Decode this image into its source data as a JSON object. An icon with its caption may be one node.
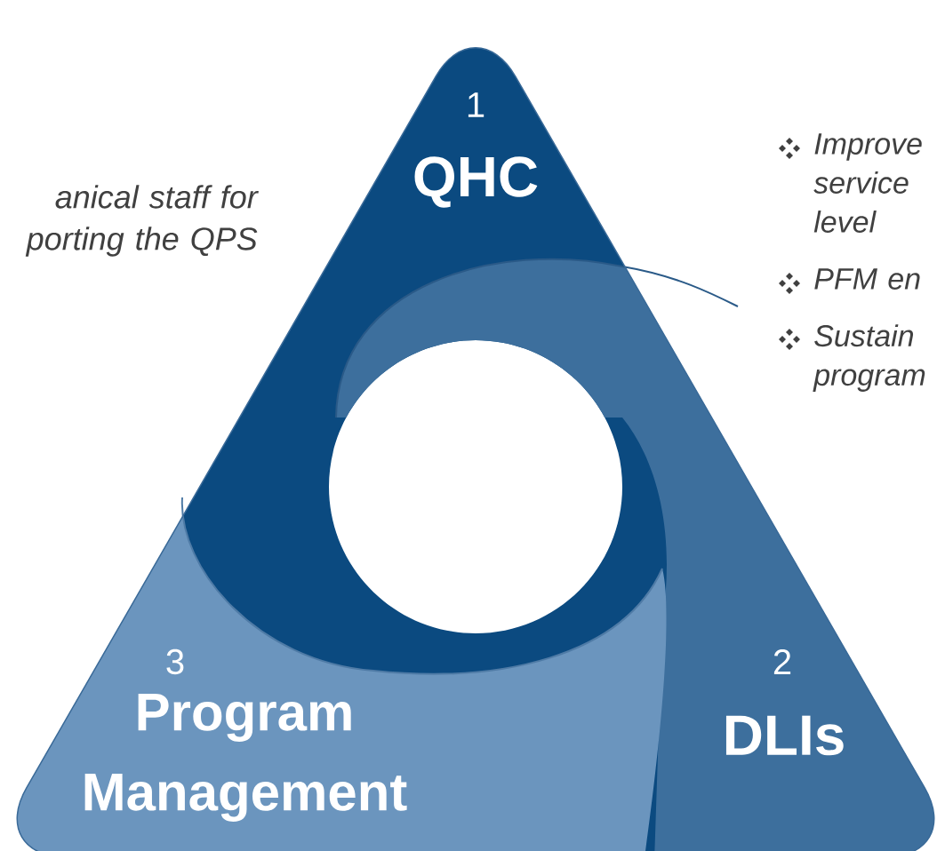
{
  "diagram": {
    "nodes": [
      {
        "text": [
          "1",
          "QHC"
        ]
      },
      {
        "text": [
          "2",
          "DLIs"
        ]
      },
      {
        "text": [
          "3",
          "Program Management"
        ]
      }
    ],
    "labels": [
      "anical staff for porting the QPS",
      "Improve service level",
      "PFM en",
      "Sustain program"
    ]
  }
}
